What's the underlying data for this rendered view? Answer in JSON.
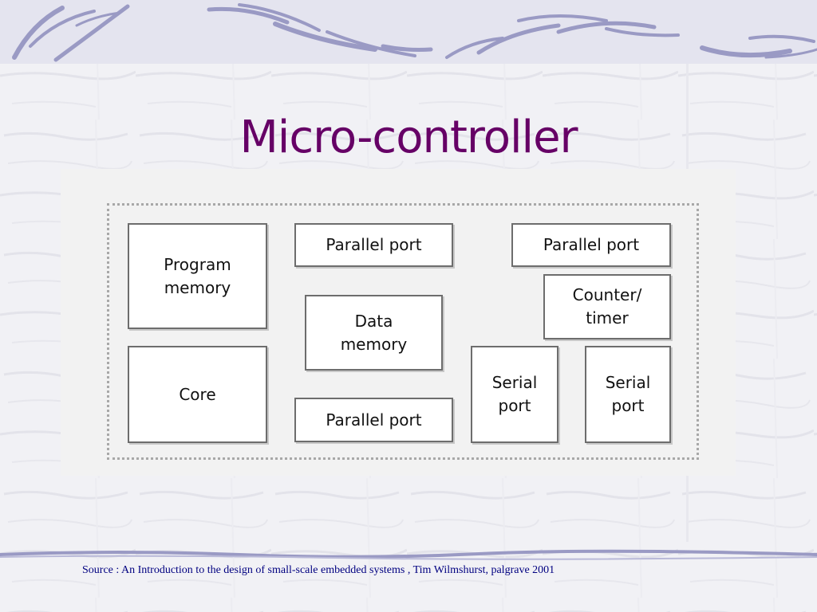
{
  "slide": {
    "title": "Micro-controller",
    "source": "Source : An Introduction to the design of small-scale embedded systems , Tim Wilmshurst, palgrave 2001"
  },
  "diagram": {
    "blocks": {
      "program_memory": "Program\nmemory",
      "core": "Core",
      "parallel_port_top": "Parallel port",
      "data_memory": "Data\nmemory",
      "parallel_port_bottom": "Parallel port",
      "parallel_port_right": "Parallel port",
      "counter_timer": "Counter/\ntimer",
      "serial_port_1": "Serial\nport",
      "serial_port_2": "Serial\nport"
    }
  },
  "colors": {
    "title": "#660066",
    "source_text": "#000080",
    "decor_stroke": "#9a9ac4",
    "block_border": "#6d6d6d",
    "boundary": "#a8a8a8"
  }
}
